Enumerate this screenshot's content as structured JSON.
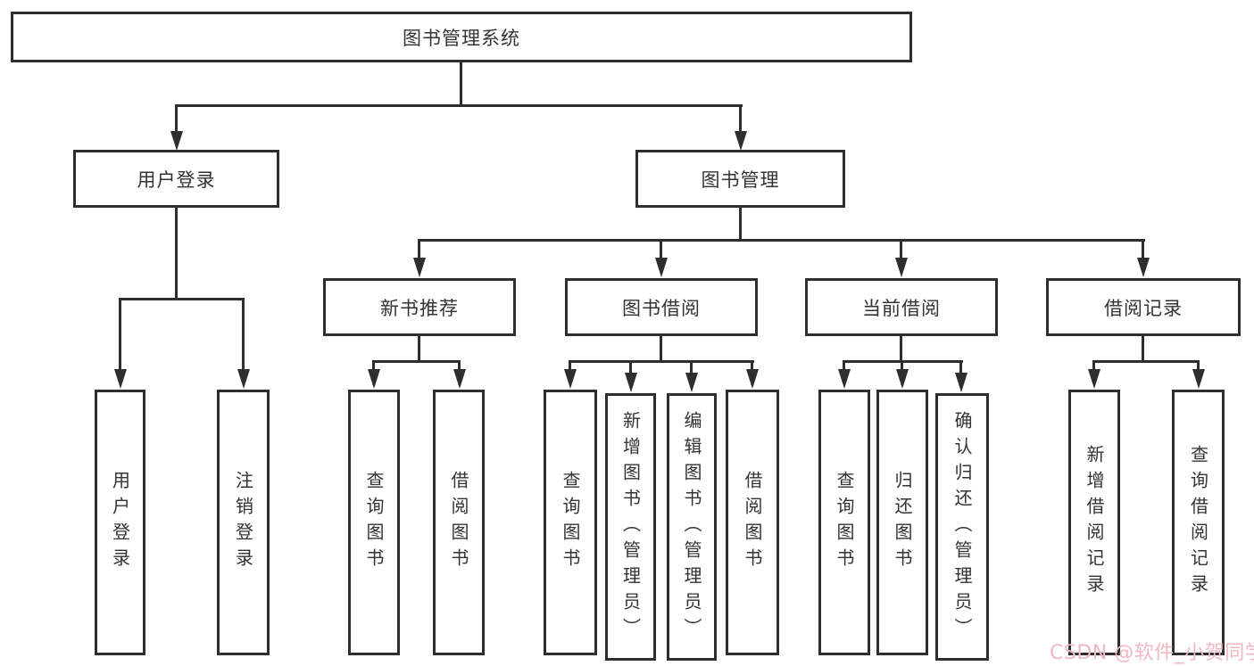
{
  "diagram": {
    "title": "图书管理系统",
    "level2": {
      "user_login": "用户登录",
      "book_management": "图书管理"
    },
    "level3": {
      "new_book_recommend": "新书推荐",
      "book_borrowing": "图书借阅",
      "current_borrowing": "当前借阅",
      "borrowing_records": "借阅记录"
    },
    "leaves": {
      "user_login": "用户登录",
      "logout": "注销登录",
      "newbook_query_books": "查询图书",
      "newbook_borrow_books": "借阅图书",
      "borrow_query_books": "查询图书",
      "borrow_add_books": "新增图书（管理员）",
      "borrow_edit_books": "编辑图书（管理员）",
      "borrow_borrow_books": "借阅图书",
      "current_query_books": "查询图书",
      "current_return_books": "归还图书",
      "current_confirm_return": "确认归还（管理员）",
      "record_add_record": "新增借阅记录",
      "record_query_record": "查询借阅记录"
    },
    "colors": {
      "line": "#2e2e2e",
      "box_border": "#2e2e2e",
      "text": "#333333",
      "background": "#ffffff",
      "watermark": "#f2b7c5"
    }
  },
  "watermark": {
    "text": "CSDN @软件_小贺同学"
  }
}
